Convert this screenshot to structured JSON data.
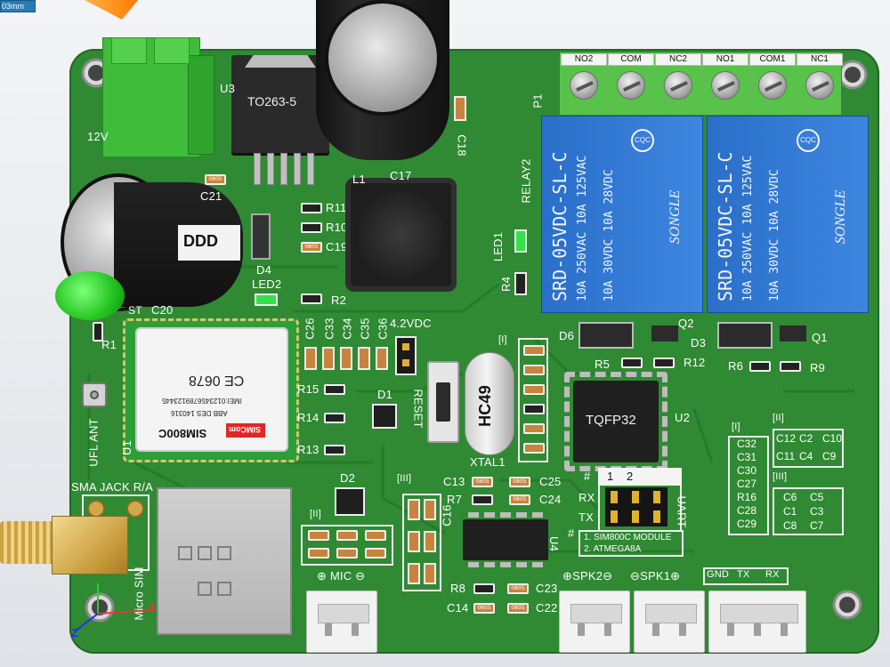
{
  "scale_badge": "03mm",
  "board": {
    "labels": {
      "12v": "12V",
      "u_reg": "U3",
      "c21": "C21",
      "d4": "D4",
      "led2": "LED2",
      "c20": "C20",
      "st": "ST",
      "r1": "R1",
      "r2": "R2",
      "r10": "R10",
      "r11": "R11",
      "c19": "C19",
      "l1": "L1",
      "c17": "C17",
      "c18": "C18",
      "relay2": "RELAY2",
      "led1": "LED1",
      "r4": "R4",
      "p1": "P1",
      "c26": "C26",
      "c33": "C33",
      "c34": "C34",
      "c35": "C35",
      "c36": "C36",
      "vdc42": "4.2VDC",
      "r15": "R15",
      "r14": "R14",
      "r13": "R13",
      "d1": "D1",
      "reset": "RESET",
      "xtal1": "XTAL1",
      "hc49": "HC49",
      "c13": "C13",
      "r7": "R7",
      "c16": "C16",
      "c25": "C25",
      "c24": "C24",
      "d2": "D2",
      "u1": "U1",
      "ufl_ant": "UFL ANT",
      "sma_jack": "SMA JACK R/A",
      "micro_sim": "Micro SIM",
      "mic": "⊕ MIC ⊖",
      "r8": "R8",
      "c14": "C14",
      "c23": "C23",
      "c22": "C22",
      "spk2": "⊕SPK2⊖",
      "spk1": "⊖SPK1⊕",
      "gnd": "GND",
      "tx": "TX",
      "rx": "RX",
      "d6": "D6",
      "d3": "D3",
      "q2": "Q2",
      "q1": "Q1",
      "r5": "R5",
      "r12": "R12",
      "r6": "R6",
      "r9": "R9",
      "u2": "U2",
      "u4": "U4",
      "rx_hdr": "RX",
      "tx_hdr": "TX",
      "uart": "UART",
      "hash1": "#",
      "hash2": "#",
      "one": "1",
      "two": "2",
      "sel_line1": "1. SIM800C MODULE",
      "sel_line2": "2. ATMEGA8A",
      "bracket_i": "[I]",
      "bracket_ii": "[II]",
      "bracket_iii": "[III]",
      "bracket_i2": "[I]",
      "bracket_iii2": "[III]",
      "bracket_ii2": "[II]",
      "bracket_iii3": "[III]",
      "bracket_i3": "[I]"
    },
    "terminal_labels": [
      "NO2",
      "COM",
      "NC2",
      "NO1",
      "COM1",
      "NC1"
    ],
    "relays": [
      {
        "brand": "SONGLE",
        "model": "SRD-05VDC-SL-C",
        "rating1": "10A 250VAC  10A 125VAC",
        "rating2": "10A  30VDC  10A  28VDC",
        "cert": "CQC"
      },
      {
        "brand": "SONGLE",
        "model": "SRD-05VDC-SL-C",
        "rating1": "10A 250VAC  10A 125VAC",
        "rating2": "10A  30VDC  10A  28VDC",
        "cert": "CQC"
      }
    ],
    "regulator_text": "TO263-5",
    "mcu_text": "TQFP32",
    "cap_text": "DDD",
    "sim_module": {
      "ce_mark": "CE 0678",
      "line1": "ABB DES 140316",
      "line2": "IMEI:0123456789123445",
      "brand": "SIM800C",
      "logo": "SIMCom"
    },
    "legend_group_1": {
      "title": "[I]",
      "items": [
        "C32",
        "C31",
        "C30",
        "C27",
        "R16",
        "C28",
        "C29"
      ]
    },
    "legend_group_2": {
      "title": "[II]",
      "items": [
        "C12",
        "C2",
        "C10",
        "C11",
        "C4",
        "C9"
      ]
    },
    "legend_group_3": {
      "title": "[III]",
      "items": [
        "C6",
        "C5",
        "C1",
        "C3",
        "C8",
        "C7"
      ]
    },
    "smd_marking": "0805",
    "axis_labels": {
      "z": "Z",
      "x": "X"
    }
  },
  "colors": {
    "pcb": "#2f8a33",
    "pcb_dark": "#1f6a24",
    "relay_blue": "#2f77d4",
    "terminal_green": "#58c24b",
    "silk": "#f4f4f4"
  }
}
